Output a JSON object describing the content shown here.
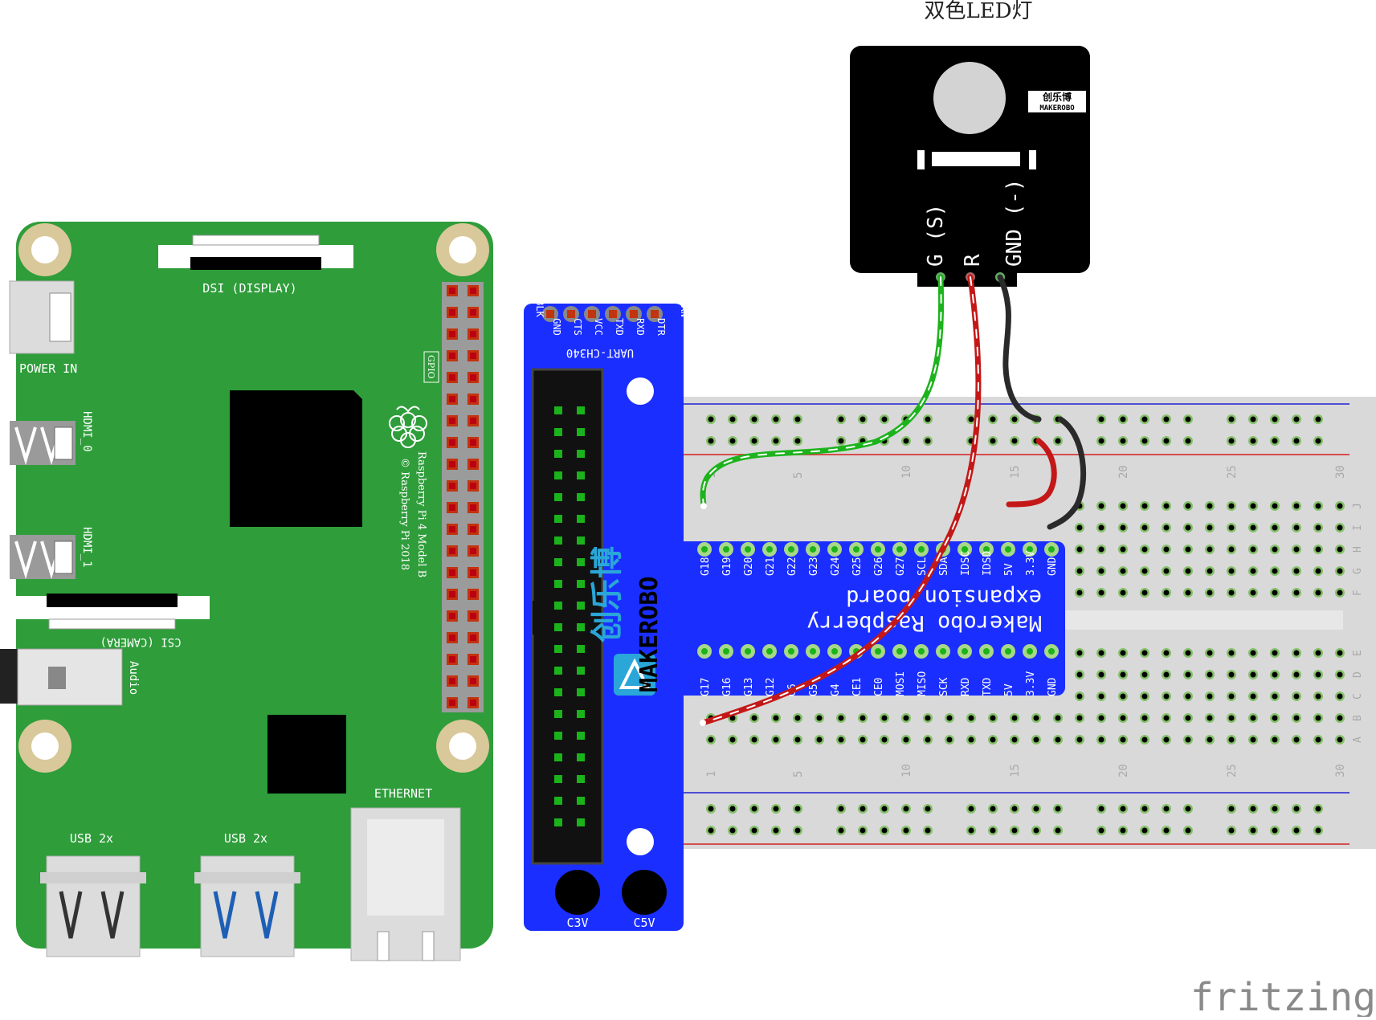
{
  "title": "双色LED灯",
  "watermark": "fritzing",
  "colors": {
    "pcb_green": "#2e9d3a",
    "expansion_blue": "#1a2fff",
    "wire_green": "#1db31d",
    "wire_red": "#c41818",
    "wire_black": "#2a2a2a",
    "breadboard": "#d8d8d8",
    "rail_red": "#d42020",
    "rail_blue": "#2020d4"
  },
  "raspberry_pi": {
    "dsi_label": "DSI (DISPLAY)",
    "power_label": "POWER IN",
    "hdmi0_label": "HDMI_0",
    "hdmi1_label": "HDMI_1",
    "csi_label": "CSI (CAMERA)",
    "audio_label": "Audio",
    "gpio_label": "GPIO",
    "model_label": "Raspberry Pi 4 Model B",
    "copyright_label": "© Raspberry Pi 2018",
    "ethernet_label": "ETHERNET",
    "usb2_label": "USB 2x",
    "usb3_label": "USB 2x",
    "logo_icon": "raspberry-logo-icon"
  },
  "expansion_board": {
    "uart_label": "UART-CH340",
    "uart_pins": [
      "BLK",
      "GND",
      "CTS",
      "VCC",
      "TXD",
      "RXD",
      "DTR",
      "GRN"
    ],
    "brand_cn": "创乐博",
    "brand_en": "MAKEROBO",
    "title_line1": "Makerobo Raspberry",
    "title_line2": "expansion board",
    "top_pins": [
      "G18",
      "G19",
      "G20",
      "G21",
      "G22",
      "G23",
      "G24",
      "G25",
      "G26",
      "G27",
      "SCL",
      "SDA",
      "IDSC",
      "IDSD",
      "5V",
      "3.3V",
      "GND"
    ],
    "bottom_pins": [
      "G17",
      "G16",
      "G13",
      "G12",
      "G6",
      "G5",
      "G4",
      "CE1",
      "CE0",
      "MOSI",
      "MISO",
      "SCK",
      "RXD",
      "TXD",
      "5V",
      "3.3V",
      "GND"
    ],
    "c3v_label": "C3V",
    "c5v_label": "C5V"
  },
  "led_module": {
    "brand_cn": "创乐博",
    "brand_en": "MAKEROBO",
    "pins": [
      "G (S)",
      "R",
      "GND (-)"
    ]
  },
  "breadboard": {
    "column_numbers": [
      "1",
      "5",
      "10",
      "15",
      "20",
      "25",
      "30"
    ],
    "row_letters_top": [
      "J",
      "I",
      "H",
      "G",
      "F"
    ],
    "row_letters_bottom": [
      "E",
      "D",
      "C",
      "B",
      "A"
    ]
  }
}
